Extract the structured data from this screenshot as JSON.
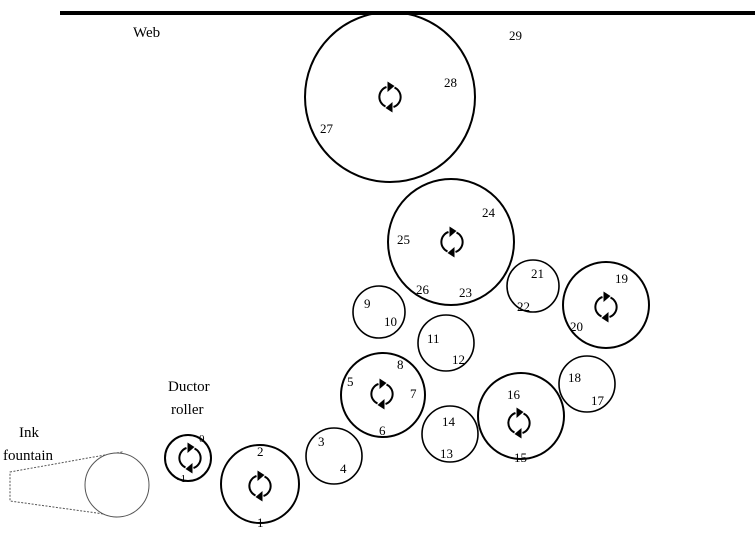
{
  "labels": {
    "web": "Web",
    "ductor_line1": "Ductor",
    "ductor_line2": "roller",
    "ink_line1": "Ink",
    "ink_line2": "fountain"
  },
  "roller_numbers": {
    "n_neg1": "-1",
    "n0": "0",
    "n1": "1",
    "n2": "2",
    "n3": "3",
    "n4": "4",
    "n5": "5",
    "n6": "6",
    "n7": "7",
    "n8": "8",
    "n9": "9",
    "n10": "10",
    "n11": "11",
    "n12": "12",
    "n13": "13",
    "n14": "14",
    "n15": "15",
    "n16": "16",
    "n17": "17",
    "n18": "18",
    "n19": "19",
    "n20": "20",
    "n21": "21",
    "n22": "22",
    "n23": "23",
    "n24": "24",
    "n25": "25",
    "n26": "26",
    "n27": "27",
    "n28": "28",
    "n29": "29"
  }
}
